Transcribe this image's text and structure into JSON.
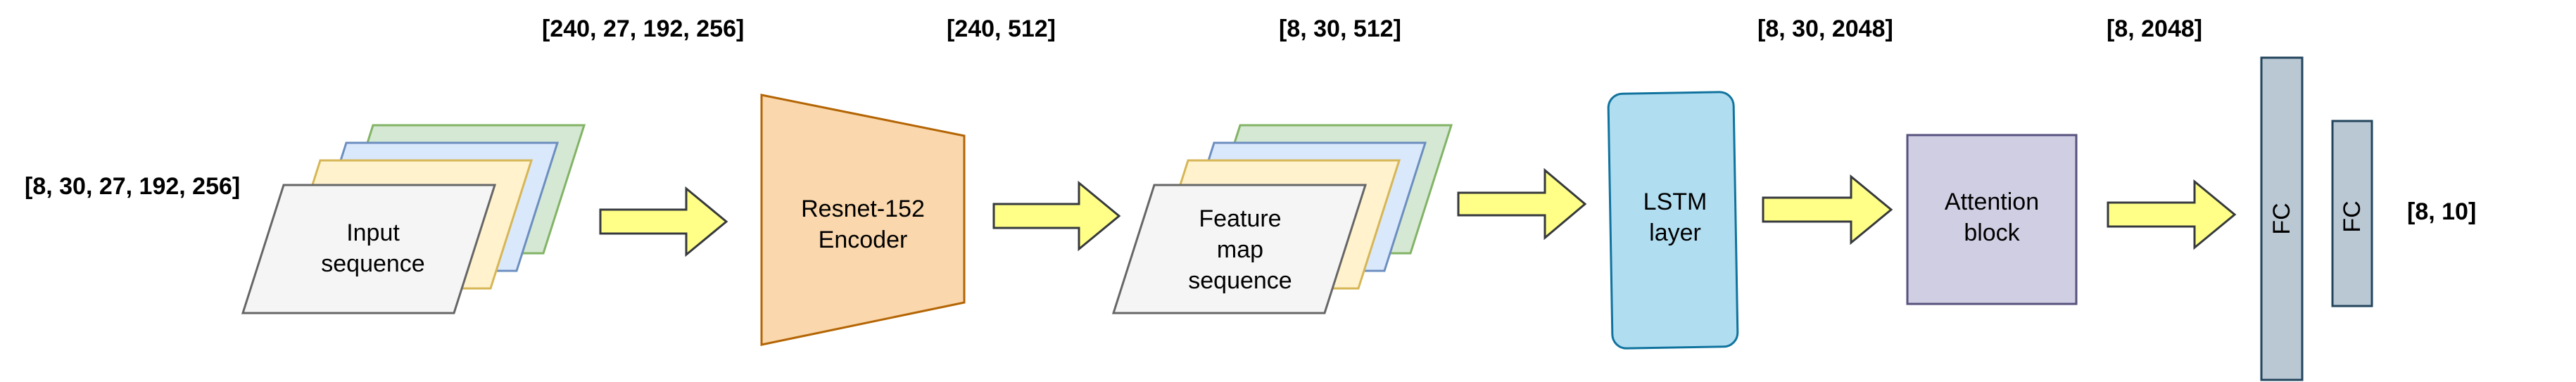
{
  "dimensions": {
    "input": "[8, 30, 27, 192, 256]",
    "resnet_in": "[240, 27, 192, 256]",
    "resnet_out": "[240, 512]",
    "feature_map": "[8, 30, 512]",
    "lstm_out": "[8, 30, 2048]",
    "attention_out": "[8, 2048]",
    "output": "[8, 10]"
  },
  "blocks": {
    "input_sequence": {
      "line1": "Input",
      "line2": "sequence"
    },
    "encoder": {
      "line1": "Resnet-152",
      "line2": "Encoder"
    },
    "feature_map_sequence": {
      "line1": "Feature",
      "line2": "map",
      "line3": "sequence"
    },
    "lstm": {
      "line1": "LSTM",
      "line2": "layer"
    },
    "attention": {
      "line1": "Attention",
      "line2": "block"
    },
    "fc1": "FC",
    "fc2": "FC"
  },
  "colors": {
    "frame_front": "#f5f5f5",
    "frame_yellow": "#fff2cc",
    "frame_blue": "#dae8fc",
    "frame_green": "#d5e8d4",
    "encoder_fill": "#fad7ac",
    "encoder_stroke": "#b46504",
    "lstm_fill": "#b1ddf0",
    "lstm_stroke": "#10739e",
    "attention_fill": "#d0cee2",
    "attention_stroke": "#56517e",
    "fc_fill": "#bac8d3",
    "fc_stroke": "#23445d",
    "arrow_fill": "#ffff88",
    "arrow_stroke": "#36393d"
  }
}
